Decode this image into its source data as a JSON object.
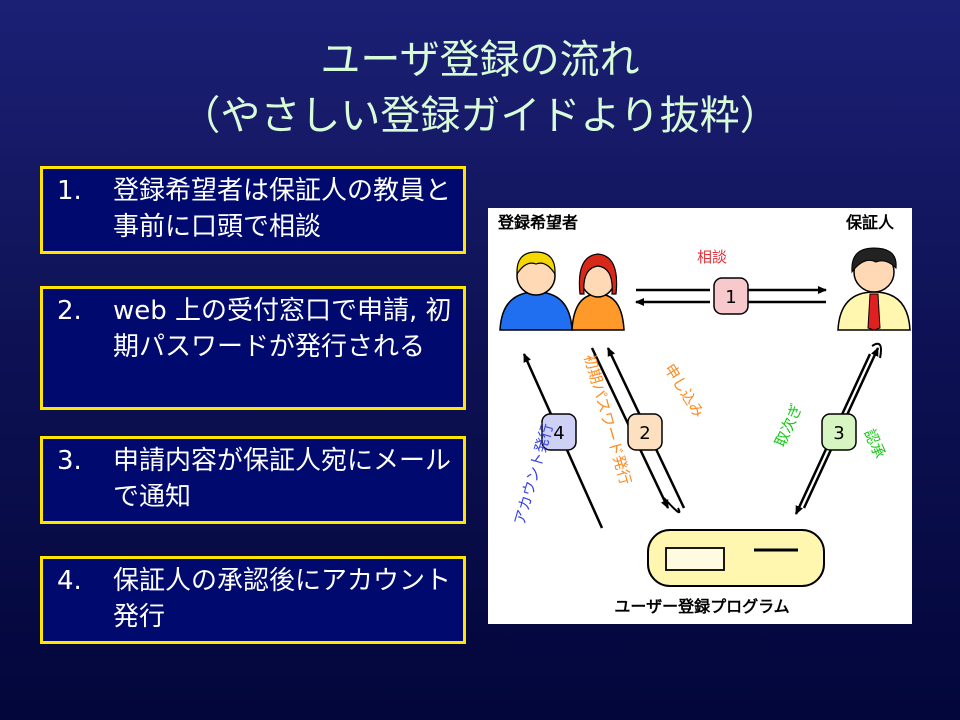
{
  "title": {
    "line1": "ユーザ登録の流れ",
    "line2": "（やさしい登録ガイドより抜粋）"
  },
  "steps": [
    {
      "num": "1.",
      "text": "登録希望者は保証人の教員と事前に口頭で相談"
    },
    {
      "num": "2.",
      "text": "web 上の受付窓口で申請, 初期パスワードが発行される"
    },
    {
      "num": "3.",
      "text": "申請内容が保証人宛にメールで通知"
    },
    {
      "num": "4.",
      "text": "保証人の承認後にアカウント発行"
    }
  ],
  "diagram": {
    "applicant_label": "登録希望者",
    "guarantor_label": "保証人",
    "consult_label": "相談",
    "apply_label": "申し込み",
    "initial_pw_label": "初期パスワード発行",
    "account_label": "アカウント発行",
    "notify_label": "取次ぎ",
    "approve_label": "認承",
    "program_label": "ユーザー登録プログラム",
    "badges": [
      "1",
      "2",
      "3",
      "4"
    ],
    "colors": {
      "consult": "#e0303a",
      "apply": "#ff8a1e",
      "account": "#3a46e6",
      "notify": "#18c818",
      "badge1": "#f7c8cc",
      "badge2": "#fde0c0",
      "badge3": "#d6f5c0",
      "badge4": "#cfd0f6"
    }
  }
}
